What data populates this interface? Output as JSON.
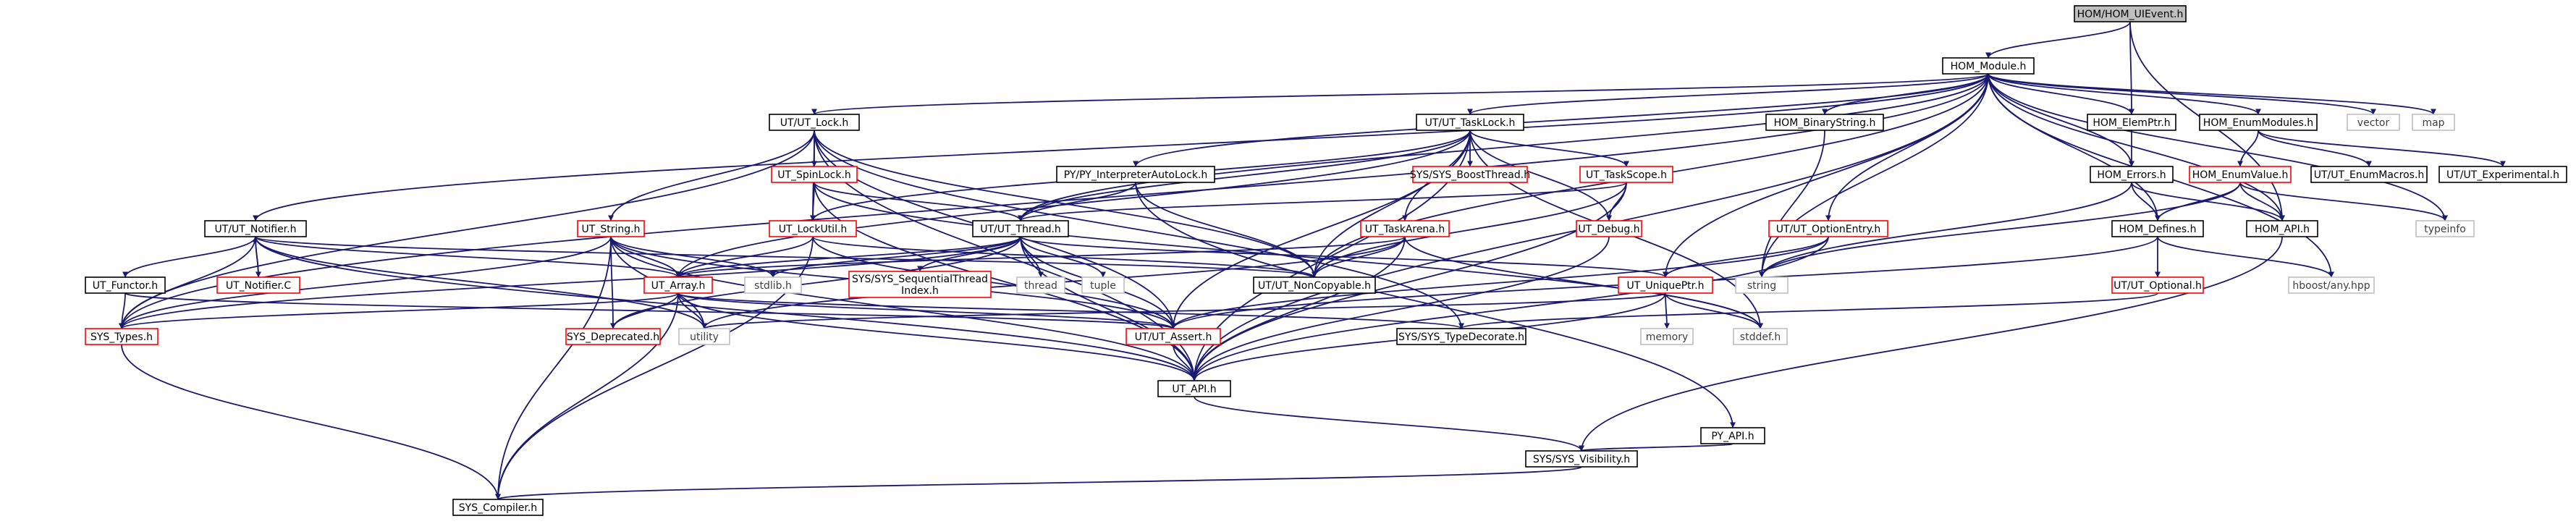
{
  "colors": {
    "edge": "#191970",
    "default_border": "#000000",
    "root_fill": "#bfbfbf",
    "red_border": "#ff0000",
    "grey_border": "#bfbfbf",
    "grey_text": "#404040"
  },
  "nodes": [
    {
      "id": "uievent",
      "label": "HOM/HOM_UIEvent.h",
      "style": "root"
    },
    {
      "id": "module",
      "label": "HOM_Module.h",
      "style": "default"
    },
    {
      "id": "lock",
      "label": "UT/UT_Lock.h",
      "style": "default"
    },
    {
      "id": "tasklock",
      "label": "UT/UT_TaskLock.h",
      "style": "default"
    },
    {
      "id": "binstr",
      "label": "HOM_BinaryString.h",
      "style": "default"
    },
    {
      "id": "elemptr",
      "label": "HOM_ElemPtr.h",
      "style": "default"
    },
    {
      "id": "enummod",
      "label": "HOM_EnumModules.h",
      "style": "default"
    },
    {
      "id": "vector",
      "label": "vector",
      "style": "grey"
    },
    {
      "id": "map",
      "label": "map",
      "style": "grey"
    },
    {
      "id": "spinlock",
      "label": "UT_SpinLock.h",
      "style": "red"
    },
    {
      "id": "boostthr",
      "label": "SYS/SYS_BoostThread.h",
      "style": "red"
    },
    {
      "id": "taskscope",
      "label": "UT_TaskScope.h",
      "style": "red"
    },
    {
      "id": "pyauto",
      "label": "PY/PY_InterpreterAutoLock.h",
      "style": "default"
    },
    {
      "id": "errors",
      "label": "HOM_Errors.h",
      "style": "default"
    },
    {
      "id": "enumvalue",
      "label": "HOM_EnumValue.h",
      "style": "red"
    },
    {
      "id": "enummacros",
      "label": "UT/UT_EnumMacros.h",
      "style": "default"
    },
    {
      "id": "experimental",
      "label": "UT/UT_Experimental.h",
      "style": "default"
    },
    {
      "id": "notifier",
      "label": "UT/UT_Notifier.h",
      "style": "default"
    },
    {
      "id": "string",
      "label": "UT_String.h",
      "style": "red"
    },
    {
      "id": "lockutil",
      "label": "UT_LockUtil.h",
      "style": "red"
    },
    {
      "id": "thread",
      "label": "UT/UT_Thread.h",
      "style": "default"
    },
    {
      "id": "taskarena",
      "label": "UT_TaskArena.h",
      "style": "red"
    },
    {
      "id": "debug",
      "label": "UT_Debug.h",
      "style": "red"
    },
    {
      "id": "optentry",
      "label": "UT/UT_OptionEntry.h",
      "style": "red"
    },
    {
      "id": "defines",
      "label": "HOM_Defines.h",
      "style": "default"
    },
    {
      "id": "homapi",
      "label": "HOM_API.h",
      "style": "default"
    },
    {
      "id": "typeinfo",
      "label": "typeinfo",
      "style": "grey"
    },
    {
      "id": "functor",
      "label": "UT_Functor.h",
      "style": "default"
    },
    {
      "id": "notifierc",
      "label": "UT_Notifier.C",
      "style": "red"
    },
    {
      "id": "array",
      "label": "UT_Array.h",
      "style": "red"
    },
    {
      "id": "stdlib",
      "label": "stdlib.h",
      "style": "grey"
    },
    {
      "id": "seqthr",
      "label": [
        "SYS/SYS_SequentialThread",
        "Index.h"
      ],
      "style": "red"
    },
    {
      "id": "threadstd",
      "label": "thread",
      "style": "grey"
    },
    {
      "id": "tuple",
      "label": "tuple",
      "style": "grey"
    },
    {
      "id": "noncopy",
      "label": "UT/UT_NonCopyable.h",
      "style": "default"
    },
    {
      "id": "uniqueptr",
      "label": "UT_UniquePtr.h",
      "style": "red"
    },
    {
      "id": "stdstring",
      "label": "string",
      "style": "grey"
    },
    {
      "id": "homoptional",
      "label": "UT/UT_Optional.h",
      "style": "red"
    },
    {
      "id": "anyhpp",
      "label": "hboost/any.hpp",
      "style": "grey"
    },
    {
      "id": "systypes",
      "label": "SYS_Types.h",
      "style": "red"
    },
    {
      "id": "deprecated",
      "label": "SYS_Deprecated.h",
      "style": "red"
    },
    {
      "id": "utility",
      "label": "utility",
      "style": "grey"
    },
    {
      "id": "assert",
      "label": "UT/UT_Assert.h",
      "style": "red"
    },
    {
      "id": "typedec",
      "label": "SYS/SYS_TypeDecorate.h",
      "style": "default"
    },
    {
      "id": "memory",
      "label": "memory",
      "style": "grey"
    },
    {
      "id": "stddef",
      "label": "stddef.h",
      "style": "grey"
    },
    {
      "id": "utapi",
      "label": "UT_API.h",
      "style": "default"
    },
    {
      "id": "pyapi",
      "label": "PY_API.h",
      "style": "default"
    },
    {
      "id": "visibility",
      "label": "SYS/SYS_Visibility.h",
      "style": "default"
    },
    {
      "id": "compiler",
      "label": "SYS_Compiler.h",
      "style": "default"
    }
  ],
  "edges": [
    [
      "uievent",
      "module"
    ],
    [
      "uievent",
      "elemptr"
    ],
    [
      "uievent",
      "homapi"
    ],
    [
      "module",
      "lock"
    ],
    [
      "module",
      "tasklock"
    ],
    [
      "module",
      "binstr"
    ],
    [
      "module",
      "elemptr"
    ],
    [
      "module",
      "enummod"
    ],
    [
      "module",
      "vector"
    ],
    [
      "module",
      "map"
    ],
    [
      "module",
      "notifier"
    ],
    [
      "module",
      "pyauto"
    ],
    [
      "module",
      "thread"
    ],
    [
      "module",
      "errors"
    ],
    [
      "module",
      "defines"
    ],
    [
      "module",
      "homapi"
    ],
    [
      "module",
      "stdstring"
    ],
    [
      "module",
      "typeinfo"
    ],
    [
      "module",
      "anyhpp"
    ],
    [
      "module",
      "optentry"
    ],
    [
      "module",
      "uniqueptr"
    ],
    [
      "module",
      "noncopy"
    ],
    [
      "module",
      "systypes"
    ],
    [
      "module",
      "utapi"
    ],
    [
      "lock",
      "spinlock"
    ],
    [
      "lock",
      "string"
    ],
    [
      "lock",
      "lockutil"
    ],
    [
      "lock",
      "noncopy"
    ],
    [
      "lock",
      "assert"
    ],
    [
      "lock",
      "typedec"
    ],
    [
      "lock",
      "systypes"
    ],
    [
      "lock",
      "utapi"
    ],
    [
      "tasklock",
      "boostthr"
    ],
    [
      "tasklock",
      "taskscope"
    ],
    [
      "tasklock",
      "taskarena"
    ],
    [
      "tasklock",
      "lockutil"
    ],
    [
      "tasklock",
      "thread"
    ],
    [
      "tasklock",
      "debug"
    ],
    [
      "tasklock",
      "noncopy"
    ],
    [
      "tasklock",
      "array"
    ],
    [
      "tasklock",
      "assert"
    ],
    [
      "tasklock",
      "stddef"
    ],
    [
      "tasklock",
      "utapi"
    ],
    [
      "binstr",
      "stdstring"
    ],
    [
      "elemptr",
      "errors"
    ],
    [
      "enummod",
      "enumvalue"
    ],
    [
      "enummod",
      "enummacros"
    ],
    [
      "enummod",
      "experimental"
    ],
    [
      "spinlock",
      "lockutil"
    ],
    [
      "spinlock",
      "thread"
    ],
    [
      "spinlock",
      "stddef"
    ],
    [
      "spinlock",
      "utapi"
    ],
    [
      "taskscope",
      "thread"
    ],
    [
      "taskscope",
      "debug"
    ],
    [
      "taskscope",
      "noncopy"
    ],
    [
      "taskscope",
      "utapi"
    ],
    [
      "pyauto",
      "thread"
    ],
    [
      "pyauto",
      "noncopy"
    ],
    [
      "pyauto",
      "pyapi"
    ],
    [
      "errors",
      "defines"
    ],
    [
      "errors",
      "homapi"
    ],
    [
      "errors",
      "stdstring"
    ],
    [
      "enumvalue",
      "defines"
    ],
    [
      "enumvalue",
      "homapi"
    ],
    [
      "enumvalue",
      "stdstring"
    ],
    [
      "enumvalue",
      "typeinfo"
    ],
    [
      "notifier",
      "functor"
    ],
    [
      "notifier",
      "notifierc"
    ],
    [
      "notifier",
      "array"
    ],
    [
      "notifier",
      "noncopy"
    ],
    [
      "notifier",
      "systypes"
    ],
    [
      "notifier",
      "utapi"
    ],
    [
      "notifier",
      "utility"
    ],
    [
      "string",
      "array"
    ],
    [
      "string",
      "deprecated"
    ],
    [
      "string",
      "assert"
    ],
    [
      "string",
      "utapi"
    ],
    [
      "string",
      "compiler"
    ],
    [
      "string",
      "stdlib"
    ],
    [
      "string",
      "systypes"
    ],
    [
      "string",
      "utility"
    ],
    [
      "lockutil",
      "array"
    ],
    [
      "lockutil",
      "noncopy"
    ],
    [
      "lockutil",
      "assert"
    ],
    [
      "lockutil",
      "compiler"
    ],
    [
      "thread",
      "array"
    ],
    [
      "thread",
      "seqthr"
    ],
    [
      "thread",
      "threadstd"
    ],
    [
      "thread",
      "tuple"
    ],
    [
      "thread",
      "stdlib"
    ],
    [
      "thread",
      "uniqueptr"
    ],
    [
      "thread",
      "systypes"
    ],
    [
      "thread",
      "utapi"
    ],
    [
      "thread",
      "deprecated"
    ],
    [
      "thread",
      "assert"
    ],
    [
      "taskarena",
      "noncopy"
    ],
    [
      "taskarena",
      "array"
    ],
    [
      "taskarena",
      "utapi"
    ],
    [
      "taskarena",
      "stddef"
    ],
    [
      "taskarena",
      "utility"
    ],
    [
      "debug",
      "utapi"
    ],
    [
      "optentry",
      "uniqueptr"
    ],
    [
      "optentry",
      "assert"
    ],
    [
      "optentry",
      "utapi"
    ],
    [
      "defines",
      "homoptional"
    ],
    [
      "defines",
      "anyhpp"
    ],
    [
      "defines",
      "assert"
    ],
    [
      "homapi",
      "visibility"
    ],
    [
      "functor",
      "systypes"
    ],
    [
      "functor",
      "assert"
    ],
    [
      "notifierc",
      "notifier"
    ],
    [
      "array",
      "systypes"
    ],
    [
      "array",
      "deprecated"
    ],
    [
      "array",
      "utility"
    ],
    [
      "array",
      "assert"
    ],
    [
      "array",
      "typedec"
    ],
    [
      "array",
      "utapi"
    ],
    [
      "array",
      "compiler"
    ],
    [
      "uniqueptr",
      "memory"
    ],
    [
      "uniqueptr",
      "stddef"
    ],
    [
      "uniqueptr",
      "utility"
    ],
    [
      "uniqueptr",
      "utapi"
    ],
    [
      "homoptional",
      "typedec"
    ],
    [
      "systypes",
      "compiler"
    ],
    [
      "assert",
      "utapi"
    ],
    [
      "utapi",
      "visibility"
    ],
    [
      "pyapi",
      "visibility"
    ],
    [
      "visibility",
      "compiler"
    ]
  ]
}
